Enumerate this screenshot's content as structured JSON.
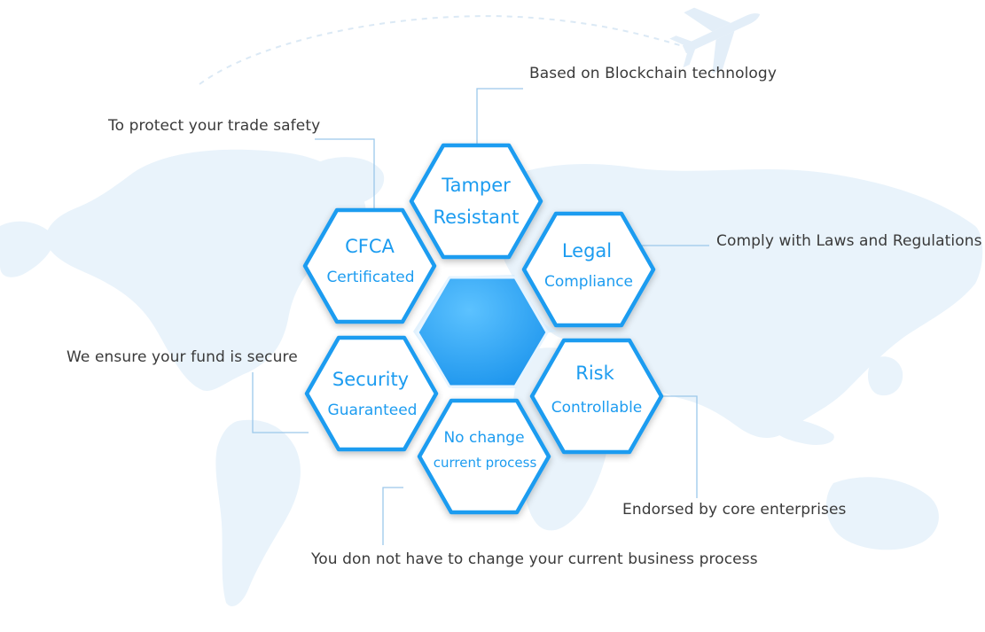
{
  "hexagons": [
    {
      "line1": "Tamper",
      "line2": "Resistant"
    },
    {
      "line1": "CFCA",
      "line2": "Certificated"
    },
    {
      "line1": "Legal",
      "line2": "Compliance"
    },
    {
      "line1": "Security",
      "line2": "Guaranteed"
    },
    {
      "line1": "Risk",
      "line2": "Controllable"
    },
    {
      "line1": "No change",
      "line2": "current process"
    }
  ],
  "callouts": {
    "tamper": "Based on Blockchain technology",
    "cfca": "To protect your trade safety",
    "legal": "Comply with Laws and Regulations",
    "security": "We ensure your fund is secure",
    "risk": "Endorsed by core enterprises",
    "process": "You don not have to change your current business process"
  },
  "colors": {
    "accent": "#1e9cf0",
    "center_fill": "#2fa8f4",
    "map": "#e9f3fb",
    "connector": "#9cc8ea",
    "callout_text": "#3a3a3a"
  }
}
